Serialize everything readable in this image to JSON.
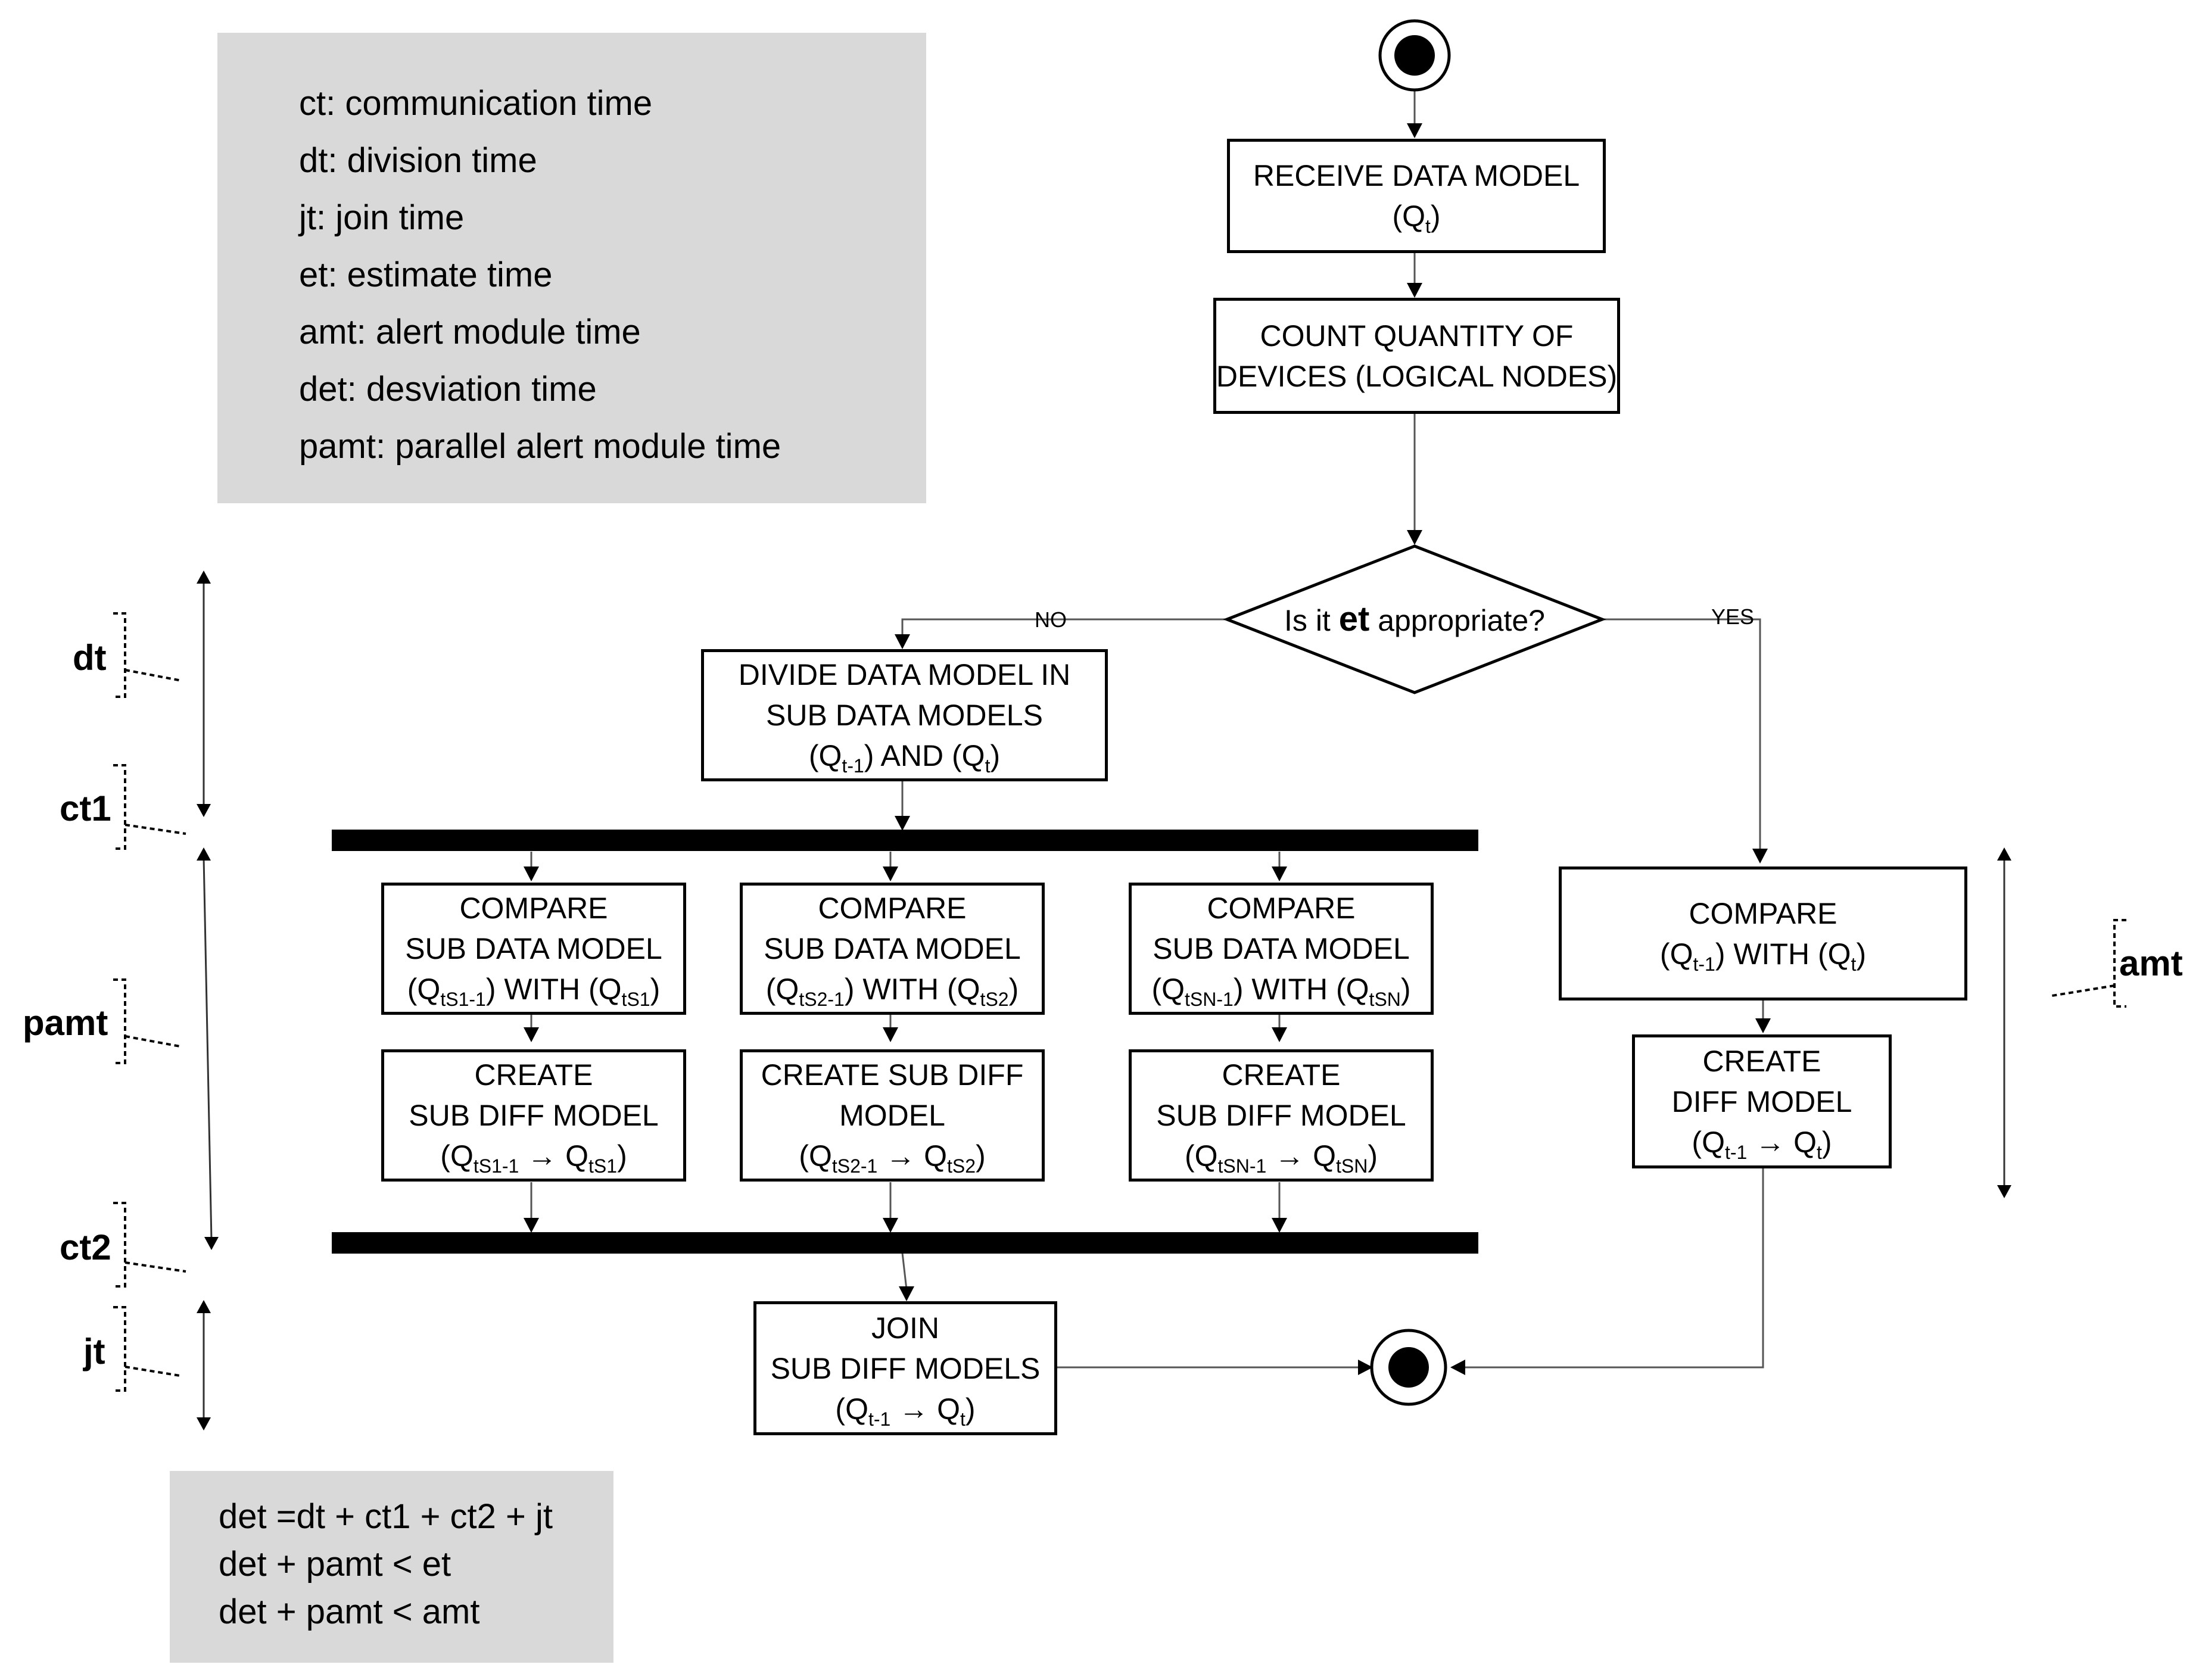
{
  "legend": {
    "items": [
      "ct: communication time",
      "dt: division time",
      "jt: join time",
      "et: estimate time",
      "amt: alert module time",
      "det: desviation time",
      "pamt: parallel alert module time"
    ]
  },
  "formulas": [
    "det =dt + ct1 + ct2 + jt",
    "det + pamt < et",
    "det + pamt < amt"
  ],
  "nodes": {
    "receive": {
      "line1": "RECEIVE DATA MODEL",
      "q": "Q",
      "qsub": "t"
    },
    "count": {
      "line1": "COUNT QUANTITY OF",
      "line2": "DEVICES (LOGICAL NODES)"
    },
    "decision": {
      "pre": "Is it ",
      "bold": "et",
      "post": " appropriate?"
    },
    "divide": {
      "line1": "DIVIDE DATA MODEL IN",
      "line2": "SUB DATA MODELS",
      "q1": "Q",
      "q1sub": "t-1",
      "mid": ") AND (",
      "q2": "Q",
      "q2sub": "t"
    },
    "compare1": {
      "line1": "COMPARE",
      "line2": "SUB DATA MODEL",
      "q1": "Q",
      "q1sub": "tS1-1",
      "mid": ") WITH (",
      "q2": "Q",
      "q2sub": "tS1"
    },
    "compare2": {
      "line1": "COMPARE",
      "line2": "SUB DATA MODEL",
      "q1": "Q",
      "q1sub": "tS2-1",
      "mid": ") WITH (",
      "q2": "Q",
      "q2sub": "tS2"
    },
    "compareN": {
      "line1": "COMPARE",
      "line2": "SUB DATA MODEL",
      "q1": "Q",
      "q1sub": "tSN-1",
      "mid": ") WITH (",
      "q2": "Q",
      "q2sub": "tSN"
    },
    "create1": {
      "line1": "CREATE",
      "line2": "SUB DIFF MODEL",
      "q1": "Q",
      "q1sub": "tS1-1",
      "arrow": " → ",
      "q2": "Q",
      "q2sub": "tS1"
    },
    "create2": {
      "line1": "CREATE  SUB DIFF",
      "line2": "MODEL",
      "q1": "Q",
      "q1sub": "tS2-1",
      "arrow": " → ",
      "q2": "Q",
      "q2sub": "tS2"
    },
    "createN": {
      "line1": "CREATE",
      "line2": "SUB DIFF MODEL",
      "q1": "Q",
      "q1sub": "tSN-1",
      "arrow": " → ",
      "q2": "Q",
      "q2sub": "tSN"
    },
    "compareFull": {
      "line1": "COMPARE",
      "q1": "Q",
      "q1sub": "t-1",
      "mid": ") WITH (",
      "q2": "Q",
      "q2sub": "t"
    },
    "createFull": {
      "line1": "CREATE",
      "line2": "DIFF MODEL",
      "q1": "Q",
      "q1sub": "t-1",
      "arrow": " → ",
      "q2": "Q",
      "q2sub": "t"
    },
    "join": {
      "line1": "JOIN",
      "line2": "SUB DIFF MODELS",
      "q1": "Q",
      "q1sub": "t-1",
      "arrow": " → ",
      "q2": "Q",
      "q2sub": "t"
    }
  },
  "branches": {
    "no": "NO",
    "yes": "YES"
  },
  "time_labels": {
    "dt": "dt",
    "ct1": "ct1",
    "pamt": "pamt",
    "ct2": "ct2",
    "jt": "jt",
    "amt": "amt"
  }
}
